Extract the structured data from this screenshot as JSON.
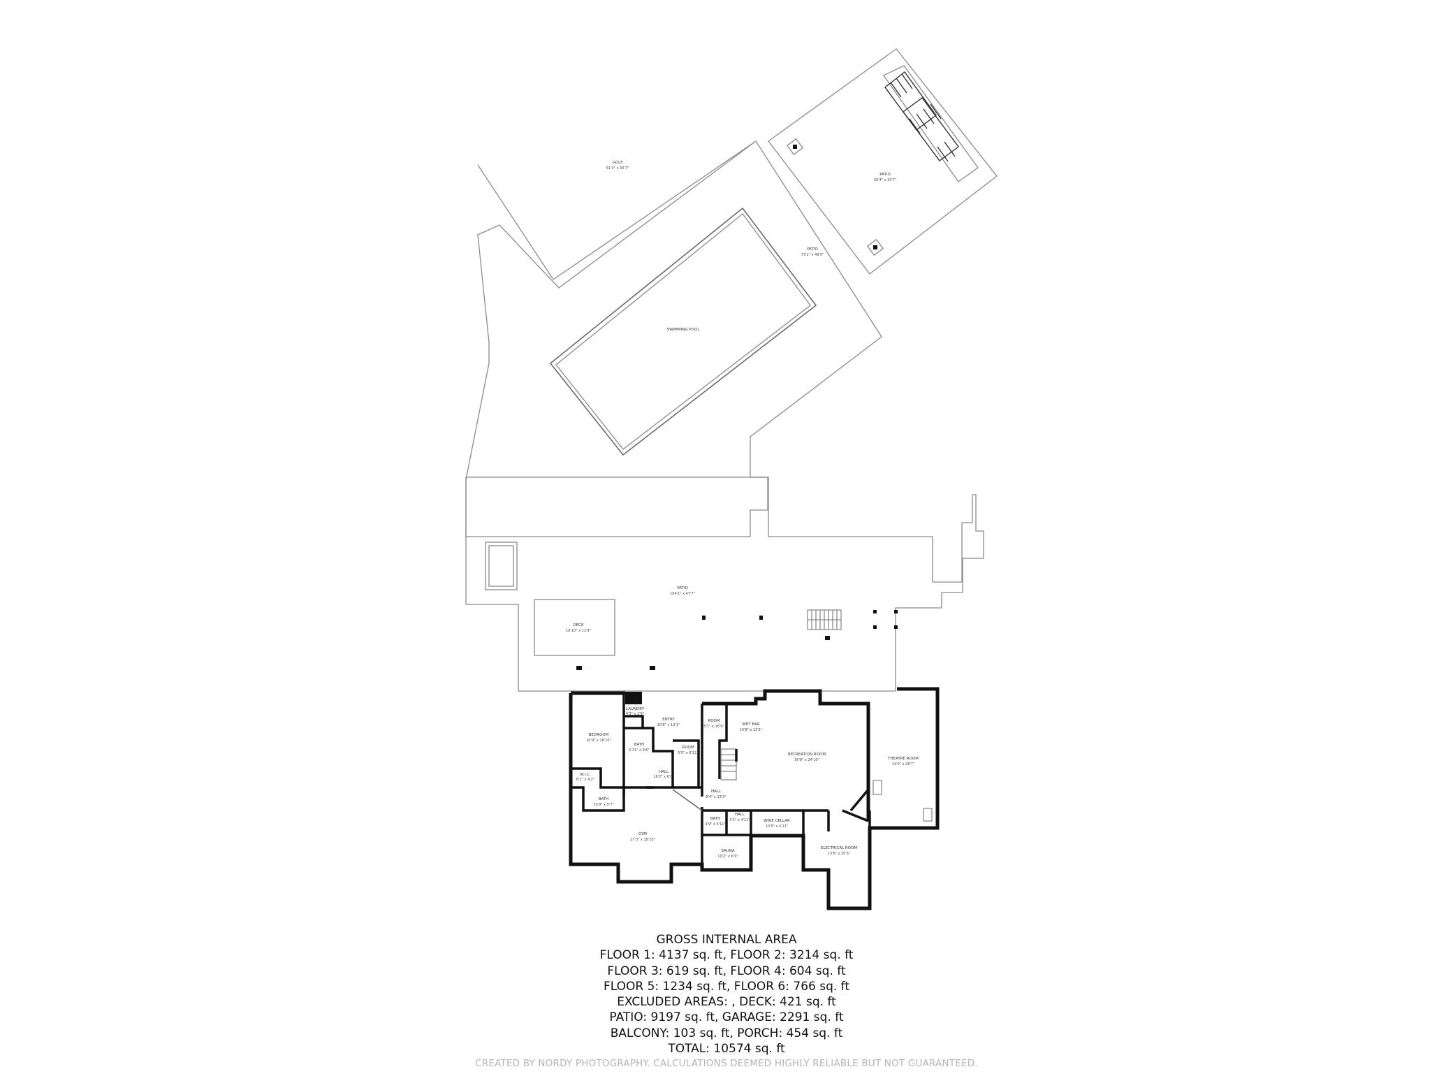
{
  "rooms": {
    "golf": {
      "label": "GOLF",
      "dim": "51'0\" x 30'7\""
    },
    "patio_upper": {
      "label": "PATIO",
      "dim": "35'4\" x 33'7\""
    },
    "patio_mid": {
      "label": "PATIO",
      "dim": "73'2\" x 46'5\""
    },
    "swimming_pool": {
      "label": "SWIMMING POOL",
      "dim": ""
    },
    "patio_main": {
      "label": "PATIO",
      "dim": "104'1\" x 47'7\""
    },
    "deck": {
      "label": "DECK",
      "dim": "18'10\" x 11'9\""
    },
    "laundry": {
      "label": "LAUNDRY",
      "dim": "4'3\" x 2'9\""
    },
    "entry": {
      "label": "ENTRY",
      "dim": "10'8\" x 13'1\""
    },
    "room_a": {
      "label": "ROOM",
      "dim": "5'1\" x 16'9\""
    },
    "bedroom": {
      "label": "BEDROOM",
      "dim": "10'9\" x 18'10\""
    },
    "bath_a": {
      "label": "BATH",
      "dim": "5'11\" x 9'6\""
    },
    "room_b": {
      "label": "ROOM",
      "dim": "5'5\" x 8'11\""
    },
    "wet_bar": {
      "label": "WET BAR",
      "dim": "10'8\" x 15'1\""
    },
    "recreation_room": {
      "label": "RECREATION ROOM",
      "dim": "39'8\" x 24'10\""
    },
    "theatre_room": {
      "label": "THEATRE ROOM",
      "dim": "14'0\" x 28'7\""
    },
    "wic": {
      "label": "W.I.C.",
      "dim": "6'1\" x 4'2\""
    },
    "hall_a": {
      "label": "HALL",
      "dim": "16'2\" x 6'0\""
    },
    "bath_b": {
      "label": "BATH",
      "dim": "10'9\" x 5'7\""
    },
    "hall_b": {
      "label": "HALL",
      "dim": "8'4\" x 13'5\""
    },
    "bath_c": {
      "label": "BATH",
      "dim": "4'9\" x 4'11\""
    },
    "hall_c": {
      "label": "HALL",
      "dim": "5'1\" x 4'11\""
    },
    "wine_cellar": {
      "label": "WINE CELLAR",
      "dim": "10'5\" x 4'11\""
    },
    "gym": {
      "label": "GYM",
      "dim": "27'3\" x 18'10\""
    },
    "sauna": {
      "label": "SAUNA",
      "dim": "10'2\" x 6'9\""
    },
    "electrical_room": {
      "label": "ELECTRICAL ROOM",
      "dim": "13'6\" x 20'5\""
    }
  },
  "summary": {
    "title": "GROSS INTERNAL AREA",
    "lines": [
      "FLOOR 1: 4137 sq. ft, FLOOR 2: 3214 sq. ft",
      "FLOOR 3: 619 sq. ft, FLOOR 4: 604 sq. ft",
      "FLOOR 5: 1234 sq. ft, FLOOR 6: 766 sq. ft",
      "EXCLUDED AREAS: , DECK: 421 sq. ft",
      "PATIO: 9197 sq. ft, GARAGE: 2291 sq. ft",
      "BALCONY: 103 sq. ft, PORCH: 454 sq. ft",
      "TOTAL: 10574 sq. ft"
    ],
    "credit": "CREATED BY NORDY PHOTOGRAPHY. CALCULATIONS DEEMED HIGHLY RELIABLE BUT NOT GUARANTEED."
  },
  "colors": {
    "wall": "#111111",
    "outline": "#8a8a8a",
    "text": "#111111",
    "credit": "#b5b5b5",
    "background": "#ffffff"
  }
}
